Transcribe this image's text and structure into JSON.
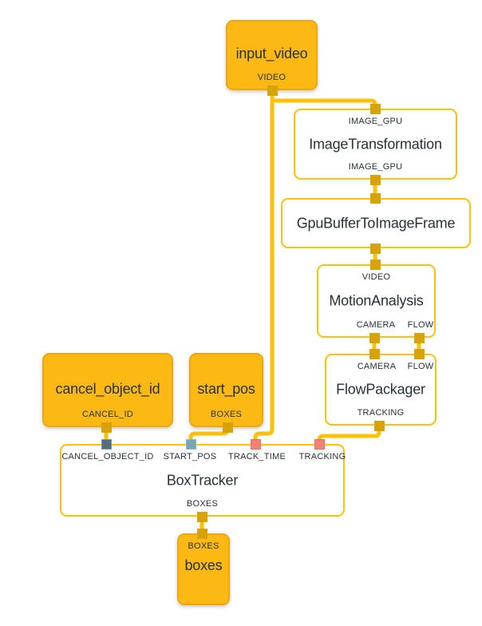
{
  "colors": {
    "node_fill": "#FDB913",
    "node_border": "#F0A70E",
    "white_node_border": "#FFC107",
    "edge": "#FFC107",
    "port_marker": "#D6A309",
    "marker_cancel": "#52707B",
    "marker_start_pos": "#74A7BA",
    "marker_salmon": "#EF8377",
    "title_text": "#263238",
    "port_text": "#263238"
  },
  "nodes": {
    "input_video": {
      "title": "input_video",
      "output_label": "VIDEO"
    },
    "image_transformation": {
      "input_label": "IMAGE_GPU",
      "title": "ImageTransformation",
      "output_label": "IMAGE_GPU"
    },
    "gpu_buffer_to_image_frame": {
      "title": "GpuBufferToImageFrame"
    },
    "motion_analysis": {
      "input_label": "VIDEO",
      "title": "MotionAnalysis",
      "output_labels": [
        "CAMERA",
        "FLOW"
      ]
    },
    "flow_packager": {
      "input_labels": [
        "CAMERA",
        "FLOW"
      ],
      "title": "FlowPackager",
      "output_label": "TRACKING"
    },
    "cancel_object_id": {
      "title": "cancel_object_id",
      "output_label": "CANCEL_ID"
    },
    "start_pos": {
      "title": "start_pos",
      "output_label": "BOXES"
    },
    "box_tracker": {
      "input_labels": [
        "CANCEL_OBJECT_ID",
        "START_POS",
        "TRACK_TIME",
        "TRACKING"
      ],
      "title": "BoxTracker",
      "output_label": "BOXES"
    },
    "boxes": {
      "input_label": "BOXES",
      "title": "boxes"
    }
  }
}
